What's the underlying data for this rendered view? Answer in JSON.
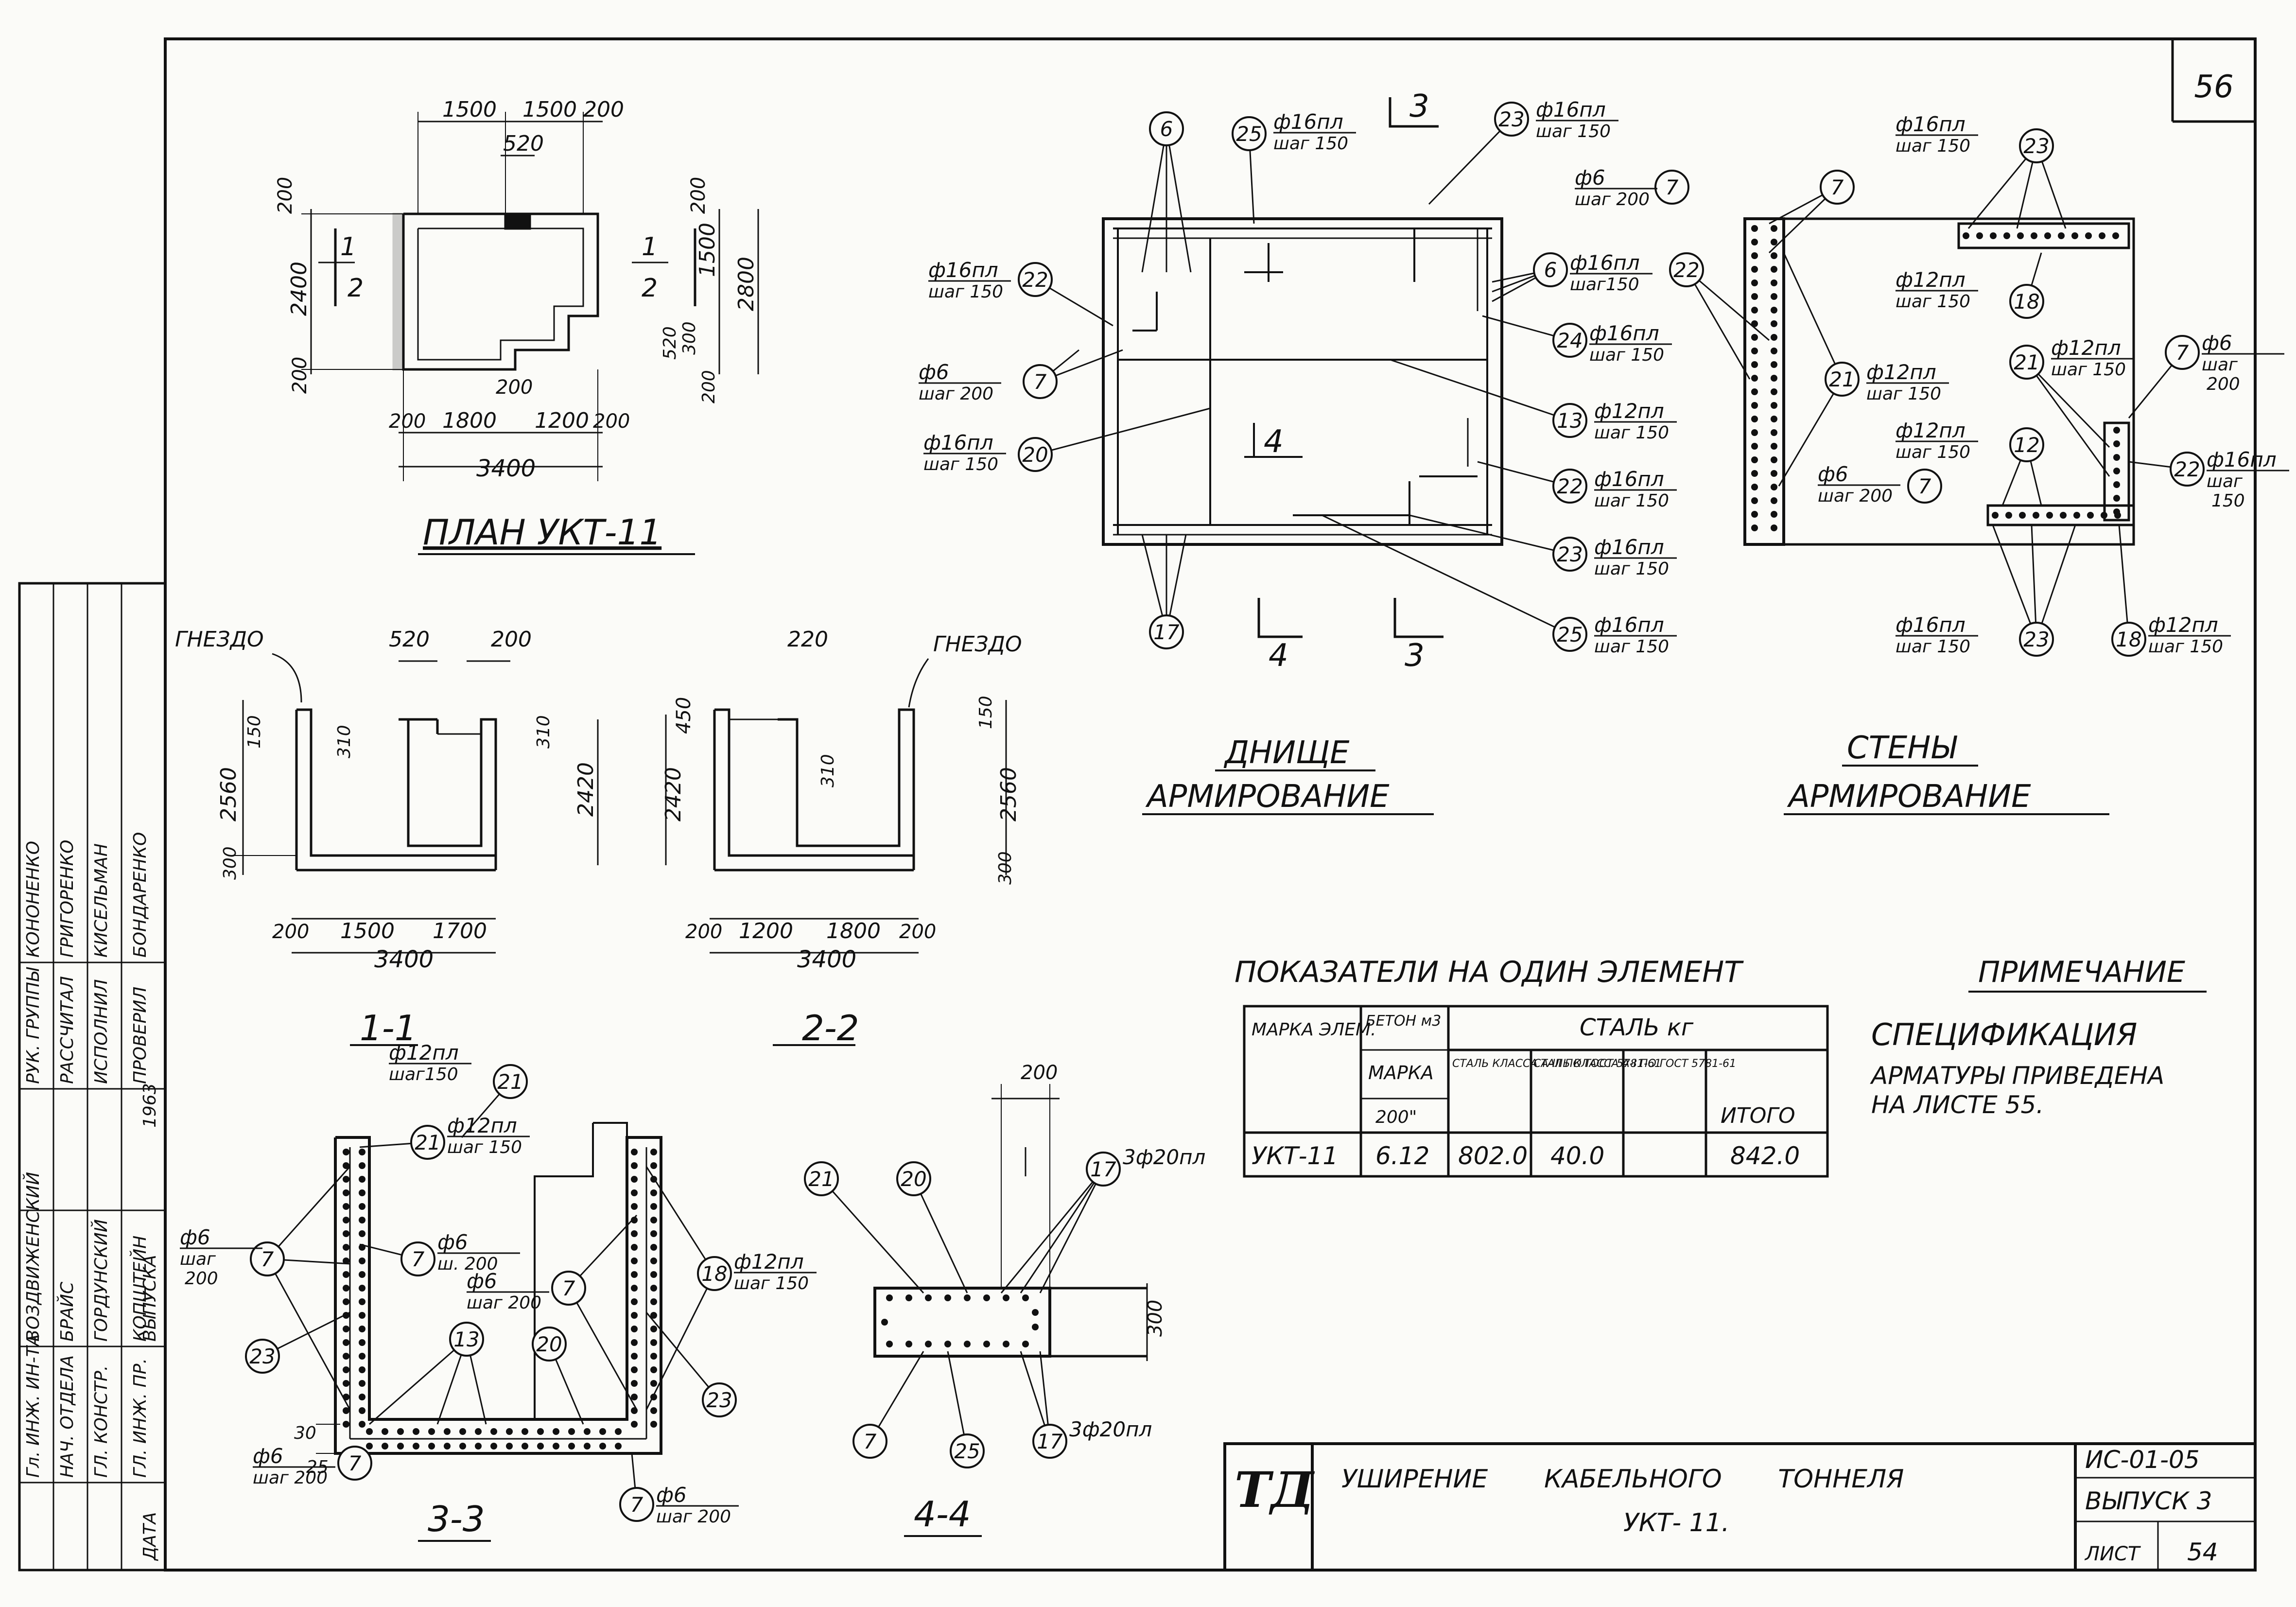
{
  "sheet_number": "56",
  "plan": {
    "title": "ПЛАН УКТ-11",
    "dims_top": [
      "1500",
      "1500",
      "200"
    ],
    "dim_520": "520",
    "dims_left": [
      "200",
      "2400",
      "200"
    ],
    "dims_right": [
      "200",
      "1500",
      "2800",
      "520",
      "300",
      "200"
    ],
    "dims_bottom": [
      "200",
      "1800",
      "1200",
      "200"
    ],
    "dim_200_mid": "200",
    "overall": "3400",
    "sec1_num": "1",
    "sec1_den": "2",
    "sec2_num": "1",
    "sec2_den": "2"
  },
  "section11": {
    "title": "1-1",
    "nest_label": "ГНЕЗДО",
    "dims_top": [
      "520",
      "200"
    ],
    "dims_left": [
      "150",
      "2560",
      "300"
    ],
    "dims_inner": [
      "310",
      "310"
    ],
    "dim_right": "2420",
    "dims_bottom": [
      "200",
      "1500",
      "1700"
    ],
    "overall": "3400"
  },
  "section22": {
    "title": "2-2",
    "nest_label": "ГНЕЗДО",
    "dims_top": [
      "220"
    ],
    "dims_left": [
      "450",
      "2420"
    ],
    "dims_inner": [
      "310"
    ],
    "dims_right": [
      "150",
      "2560",
      "300"
    ],
    "dims_bottom": [
      "200",
      "1200",
      "1800",
      "200"
    ],
    "overall": "3400"
  },
  "section33": {
    "title": "3-3",
    "callouts": [
      {
        "num": "21",
        "text": "ф12пл",
        "sub": "шаг150"
      },
      {
        "num": "21",
        "text": "ф12пл",
        "sub": "шаг 150"
      },
      {
        "num": "7",
        "text": "ф6",
        "sub": "шаг",
        "sub2": "200"
      },
      {
        "num": "7",
        "text": "ф6",
        "sub": "ш. 200"
      },
      {
        "num": "7",
        "text": "ф6",
        "sub": "шаг 200"
      },
      {
        "num": "18",
        "text": "ф12пл",
        "sub": "шаг 150"
      },
      {
        "num": "23"
      },
      {
        "num": "13"
      },
      {
        "num": "20"
      },
      {
        "num": "23"
      },
      {
        "num": "7",
        "text": "ф6",
        "sub": "шаг 200"
      },
      {
        "num": "7",
        "text": "ф6",
        "sub": "шаг 200"
      }
    ],
    "dims": [
      "30",
      "25"
    ]
  },
  "section44": {
    "title": "4-4",
    "dim_top": "200",
    "dim_right": "300",
    "callouts": [
      {
        "num": "21"
      },
      {
        "num": "20"
      },
      {
        "num": "17",
        "text": "3ф20пл"
      },
      {
        "num": "7"
      },
      {
        "num": "25"
      },
      {
        "num": "17",
        "text": "3ф20пл"
      }
    ]
  },
  "bottom": {
    "title_line1": "ДНИЩЕ",
    "title_line2": "АРМИРОВАНИЕ",
    "callouts": [
      {
        "num": "6",
        "text": ""
      },
      {
        "num": "25",
        "text": "ф16пл",
        "sub": "шаг 150"
      },
      {
        "num": "23",
        "text": "ф16пл",
        "sub": "шаг 150"
      },
      {
        "num": "7",
        "text": "ф6",
        "sub": "шаг 200"
      },
      {
        "num": "22",
        "text": "ф16пл",
        "sub": "шаг 150"
      },
      {
        "num": "6",
        "text": "ф16пл",
        "sub": "шаг150"
      },
      {
        "num": "24",
        "text": "ф16пл",
        "sub": "шаг 150"
      },
      {
        "num": "7",
        "text": "ф6",
        "sub": "шаг 200"
      },
      {
        "num": "13",
        "text": "ф12пл",
        "sub": "шаг 150"
      },
      {
        "num": "20",
        "text": "ф16пл",
        "sub": "шаг 150"
      },
      {
        "num": "22",
        "text": "ф16пл",
        "sub": "шаг 150"
      },
      {
        "num": "23",
        "text": "ф16пл",
        "sub": "шаг 150"
      },
      {
        "num": "17"
      },
      {
        "num": "25",
        "text": "ф16пл",
        "sub": "шаг 150"
      }
    ],
    "cut3": "3",
    "cut4": "4",
    "cut4b": "4",
    "cut3b": "3"
  },
  "walls": {
    "title_line1": "СТЕНЫ",
    "title_line2": "АРМИРОВАНИЕ",
    "callouts": [
      {
        "num": "23",
        "text": "ф16пл",
        "sub": "шаг 150"
      },
      {
        "num": "7",
        "text": "ф6",
        "sub": "шаг 200"
      },
      {
        "num": "22",
        "text": ""
      },
      {
        "num": "18",
        "text": "ф12пл",
        "sub": "шаг 150"
      },
      {
        "num": "21",
        "text": "ф12пл",
        "sub": "шаг 150"
      },
      {
        "num": "21",
        "text": "ф12пл",
        "sub": "шаг 150"
      },
      {
        "num": "7",
        "text": "ф6",
        "sub": "шаг",
        "sub2": "200"
      },
      {
        "num": "12",
        "text": "ф12пл",
        "sub": "шаг 150"
      },
      {
        "num": "7",
        "text": "ф6",
        "sub": "шаг 200"
      },
      {
        "num": "22",
        "text": "ф16пл",
        "sub": "шаг",
        "sub2": "150"
      },
      {
        "num": "23",
        "text": "ф16пл",
        "sub": "шаг 150"
      },
      {
        "num": "18",
        "text": "ф12пл",
        "sub": "шаг 150"
      }
    ]
  },
  "indicators": {
    "title": "ПОКАЗАТЕЛИ НА ОДИН ЭЛЕМЕНТ",
    "h_mark": "МАРКА ЭЛЕМ.",
    "h_concrete": "БЕТОН м3",
    "h_steel": "СТАЛЬ кг",
    "h_grade": "МАРКА",
    "h_grade_val": "200\"",
    "h_steel_a3": "СТАЛЬ КЛАССА А-III ПО ГОСТ 5781-61",
    "h_steel_a1": "СТАЛЬ КЛАССА А-I ПО ГОСТ 5781-61",
    "h_total": "ИТОГО",
    "row": {
      "mark": "УКТ-11",
      "concrete": "6.12",
      "a3": "802.0",
      "a1": "40.0",
      "blank": "",
      "total": "842.0"
    }
  },
  "note": {
    "title": "ПРИМЕЧАНИЕ",
    "line1": "СПЕЦИФИКАЦИЯ",
    "line2": "АРМАТУРЫ   ПРИВЕДЕНА",
    "line3": "НА ЛИСТЕ   55."
  },
  "title_block": {
    "logo": "ТД",
    "title_line1": "УШИРЕНИЕ       КАБЕЛЬНОГО       ТОННЕЛЯ",
    "title_line2": "УКТ- 11.",
    "code": "ИС-01-05",
    "issue": "ВЫПУСК 3",
    "sheet_label": "ЛИСТ",
    "sheet_val": "54"
  },
  "side_stamp": {
    "rows": [
      {
        "role": "Гл. ИНЖ. ИН-ТА",
        "name": "ВОЗДВИЖЕНСКИЙ",
        "role2": "РУК. ГРУППЫ",
        "name2": "КОНОНЕНКО"
      },
      {
        "role": "НАЧ. ОТДЕЛА",
        "name": "БРАЙС",
        "role2": "РАССЧИТАЛ",
        "name2": "ГРИГОРЕНКО"
      },
      {
        "role": "ГЛ. КОНСТР.",
        "name": "ГОРДУНСКИЙ",
        "role2": "ИСПОЛНИЛ",
        "name2": "КИСЕЛЬМАН"
      },
      {
        "role": "ГЛ. ИНЖ. ПР.",
        "name": "КОПШТЕЙН",
        "role2": "ПРОВЕРИЛ",
        "name2": "БОНДАРЕНКО"
      }
    ],
    "date_label": "ДАТА",
    "issue_label": "ВЫПУСКА",
    "year": "1963"
  }
}
